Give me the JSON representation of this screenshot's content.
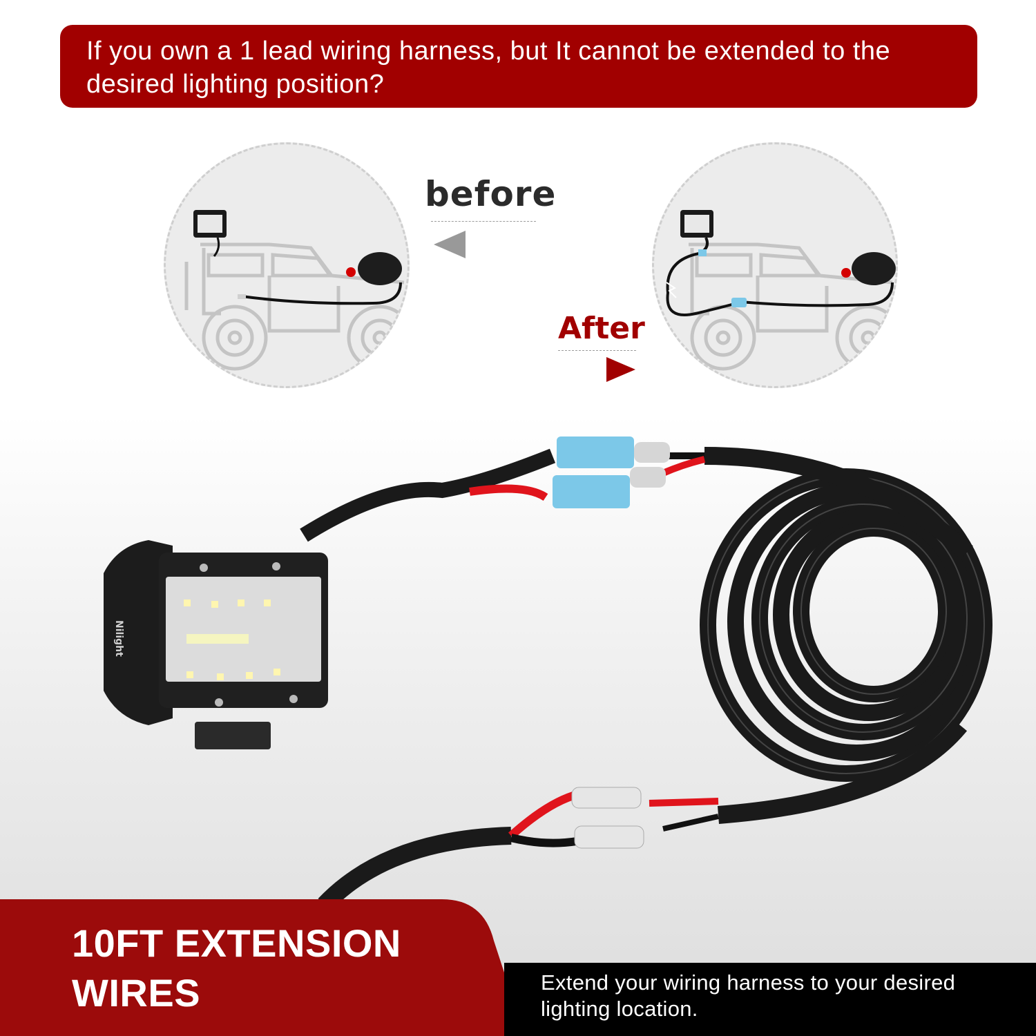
{
  "header": {
    "question_line1": "If you own a 1 lead wiring harness, but It cannot be extended to the",
    "question_line2": "desired lighting position?"
  },
  "comparison": {
    "before_label": "before",
    "after_label": "After",
    "before_arrow": "arrow-left-icon",
    "after_arrow": "arrow-right-icon"
  },
  "product": {
    "brand_text": "Nilight",
    "light_type": "LED work light pod",
    "wire_colors": {
      "positive": "#e0141c",
      "negative": "#111111",
      "sheath": "#1a1a1a"
    },
    "connector_colors": {
      "insulated": "#7cc8e8",
      "bare": "#d9d9d9"
    }
  },
  "footer": {
    "title_line1": "10FT EXTENSION",
    "title_line2": "WIRES",
    "description_line1": "Extend your wiring harness to your desired",
    "description_line2": "lighting location."
  },
  "colors": {
    "brand_red": "#a10000",
    "footer_red": "#9c0b0b",
    "footer_black": "#000000",
    "before_text": "#2b2b2b",
    "circle_bg": "#ececec"
  }
}
